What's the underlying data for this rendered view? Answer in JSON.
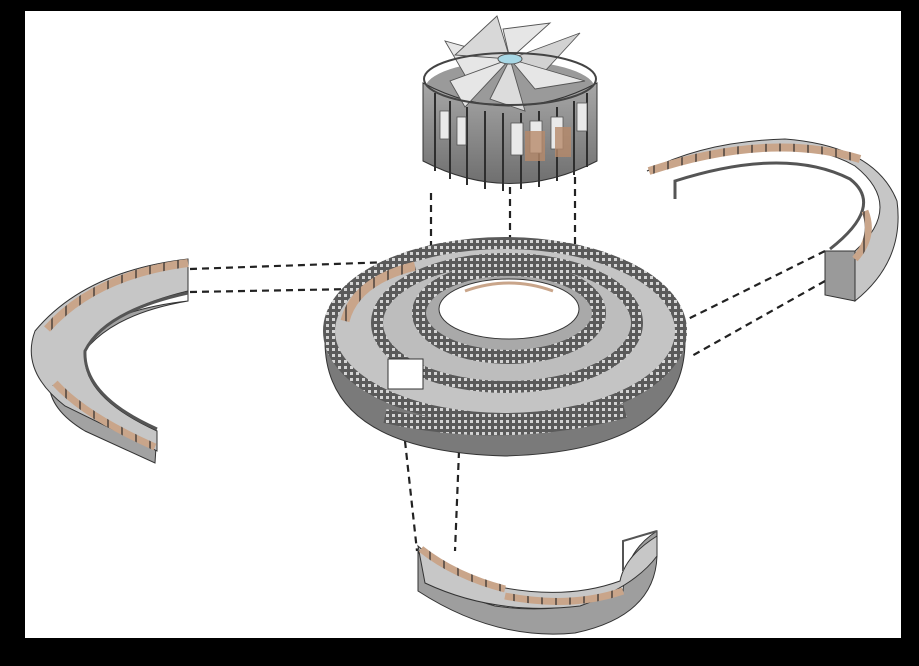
{
  "diagram": {
    "kind": "exploded-axonometric",
    "components": [
      {
        "id": "pavilion",
        "icon": "rotunda-with-fan-roof"
      },
      {
        "id": "spiral-ramp-core",
        "icon": "double-ring-spiral-ramp"
      },
      {
        "id": "ramp-segment-left",
        "icon": "curved-ramp-segment"
      },
      {
        "id": "ramp-segment-right",
        "icon": "curved-ramp-segment"
      },
      {
        "id": "ramp-segment-bottom",
        "icon": "curved-ramp-segment"
      }
    ],
    "connector_style": "dashed",
    "colors": {
      "background": "#ffffff",
      "frame": "#000000",
      "deck": "#bdbdbd",
      "wall": "#8c8c8c",
      "rail_panel": "#c9a58a",
      "lattice": "#4a4a4a",
      "roof": "#e6e6e6",
      "connector": "#222222"
    }
  }
}
